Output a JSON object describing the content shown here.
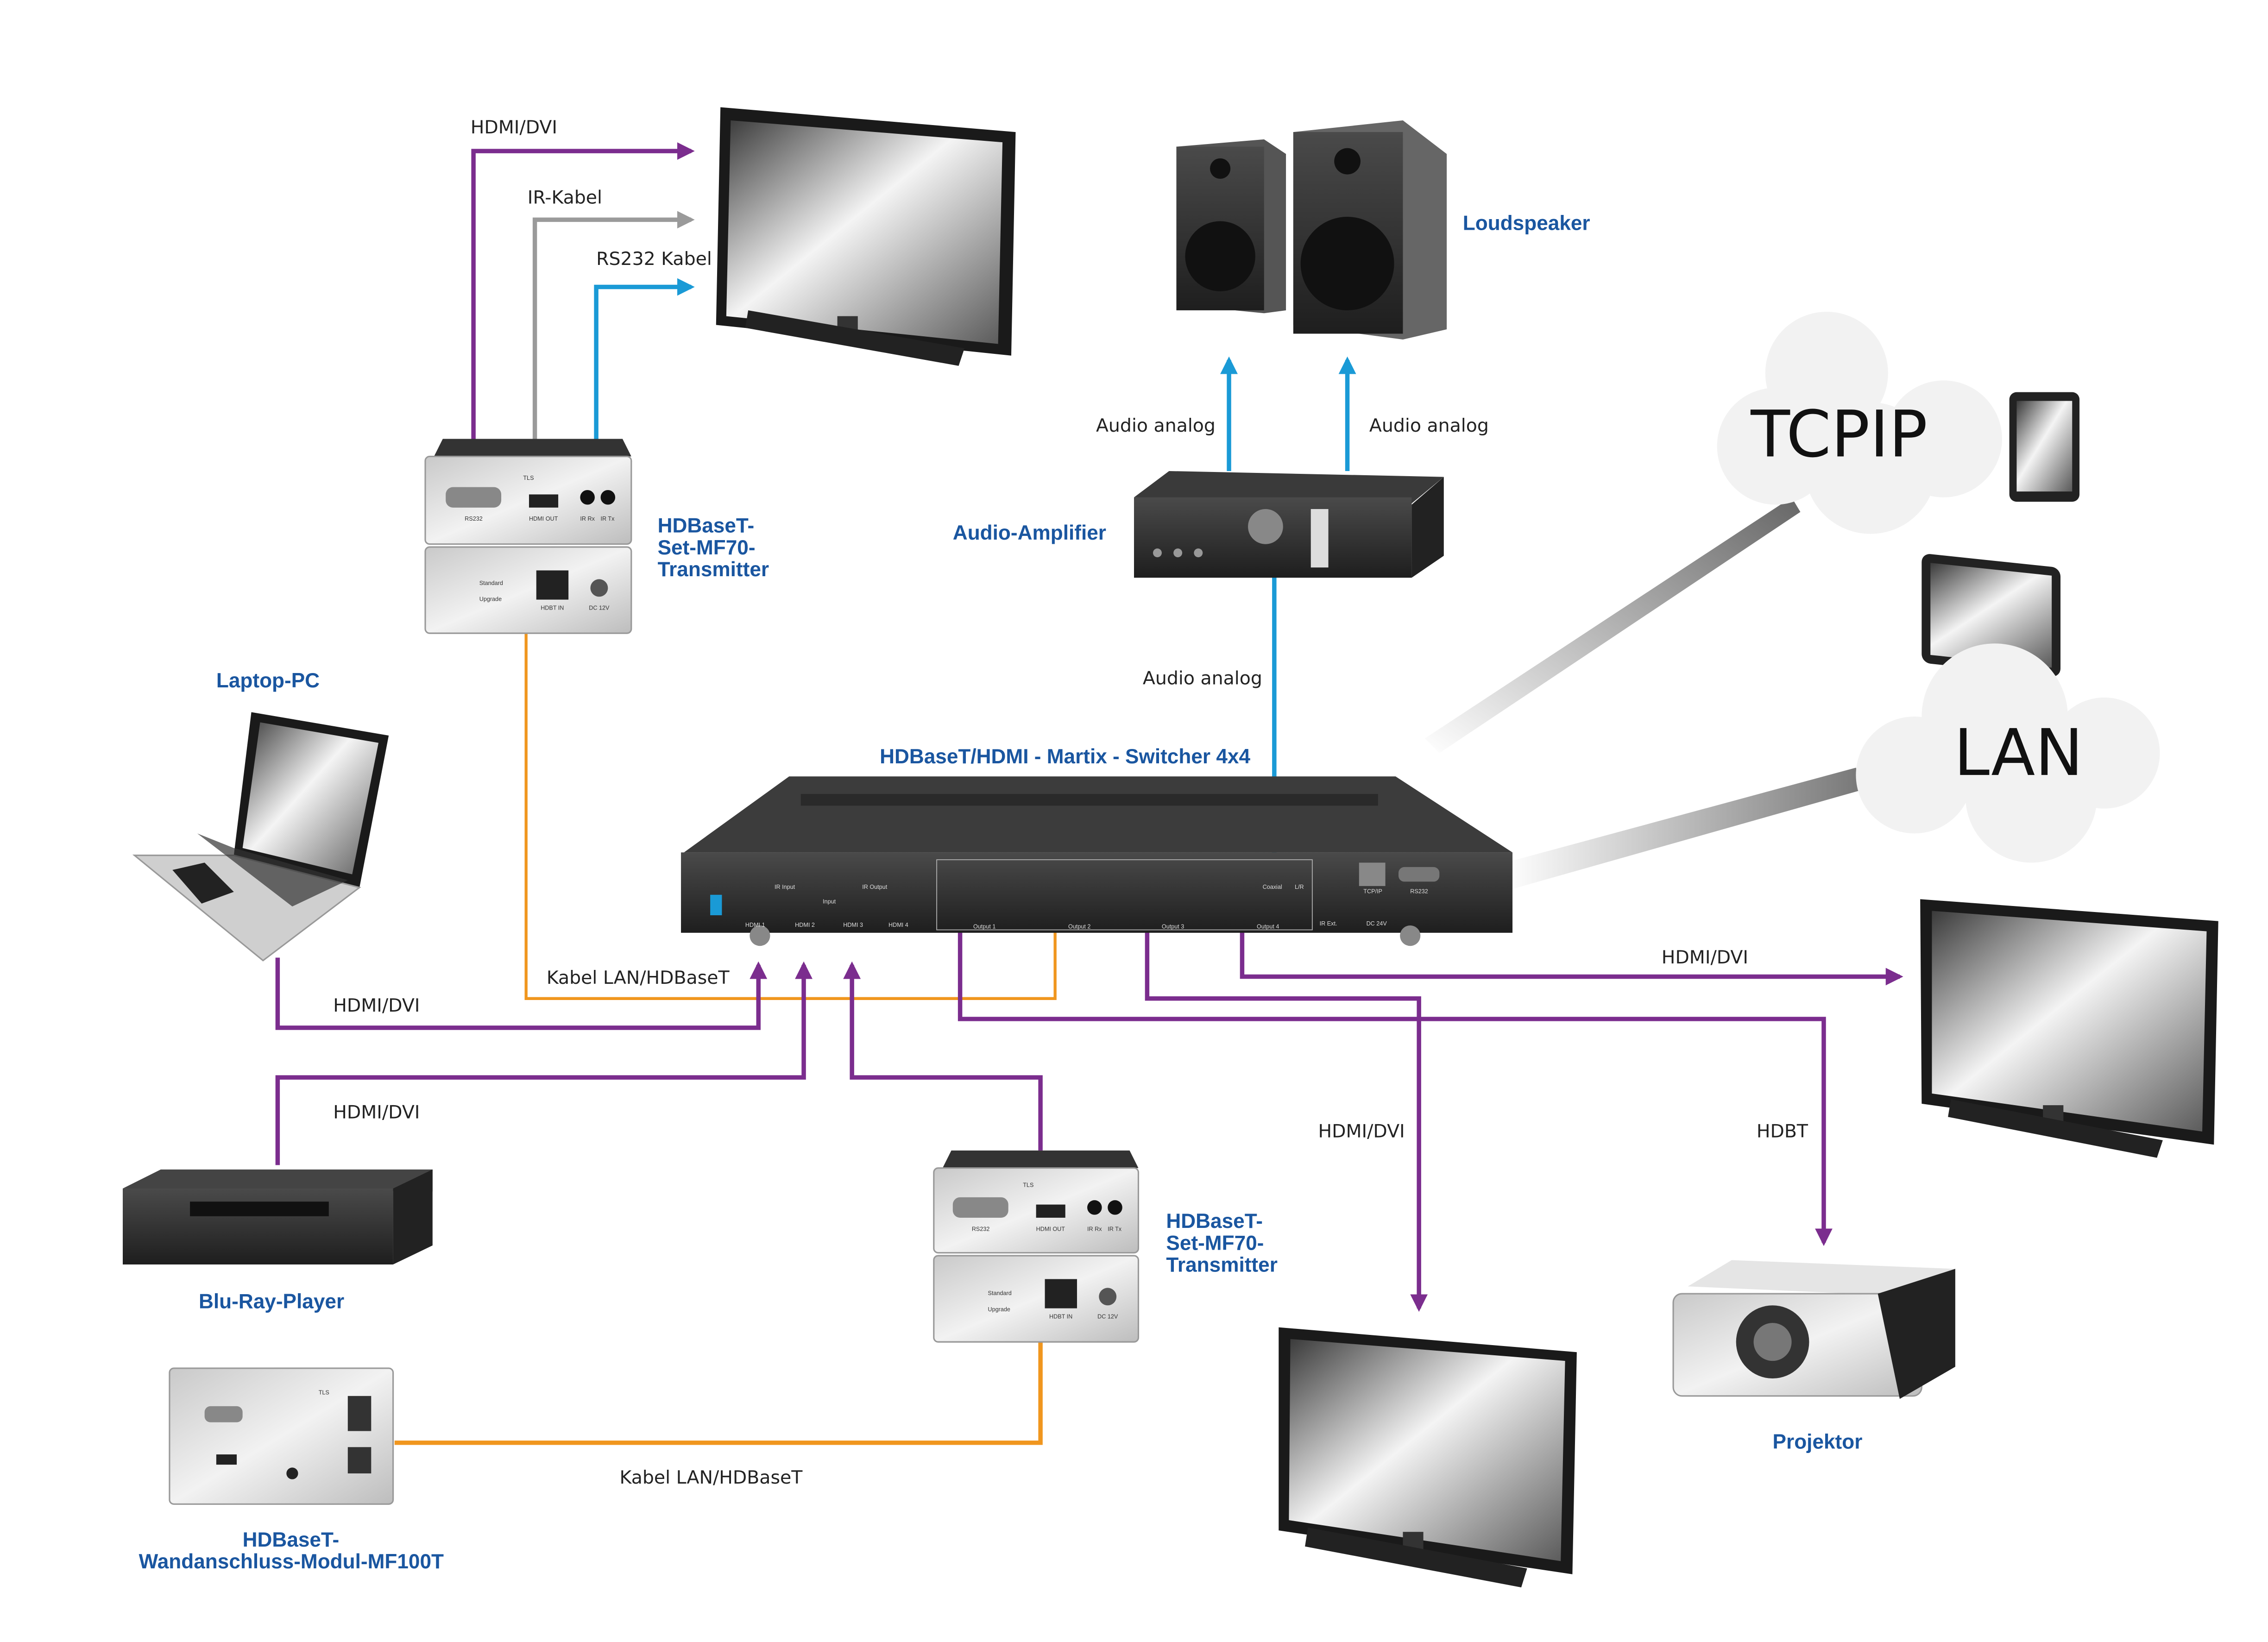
{
  "colors": {
    "hdmi": "#7b2d8e",
    "ir": "#9a9a9a",
    "rs232": "#1a9ad6",
    "audio": "#1a9ad6",
    "lan_hdbaset": "#f0961e",
    "device_label": "#1a56a0"
  },
  "cables": {
    "hdmi_dvi": "HDMI/DVI",
    "ir_kabel": "IR-Kabel",
    "rs232_kabel": "RS232 Kabel",
    "audio_analog": "Audio analog",
    "kabel_lan": "Kabel LAN/HDBaseT",
    "hdbt": "HDBT"
  },
  "devices": {
    "loudspeaker": "Loudspeaker",
    "amplifier": "Audio-Amplifier",
    "transmitter_1": [
      "HDBaseT-",
      "Set-MF70-",
      "Transmitter"
    ],
    "transmitter_2": [
      "HDBaseT-",
      "Set-MF70-",
      "Transmitter"
    ],
    "laptop": "Laptop-PC",
    "switcher": "HDBaseT/HDMI - Martix - Switcher 4x4",
    "bluray": "Blu-Ray-Player",
    "wall_module": [
      "HDBaseT-",
      "Wandanschluss-Modul-MF100T"
    ],
    "projector": "Projektor",
    "tcpip_cloud": "TCPIP",
    "lan_cloud": "LAN"
  },
  "panel_labels": {
    "rs232": "RS232",
    "hdmi_out": "HDMI OUT",
    "ir_rx": "IR Rx",
    "ir_tx": "IR Tx",
    "standard": "Standard",
    "upgrade": "Upgrade",
    "hdbt_in": "HDBT IN",
    "dc12": "DC 12V",
    "brand": "TLS",
    "ir_input": "IR Input",
    "ir_output": "IR Output",
    "input": "Input",
    "hdmi_inputs": [
      "HDMI 1",
      "HDMI 2",
      "HDMI 3",
      "HDMI 4"
    ],
    "outputs": [
      "Output 1",
      "Output 2",
      "Output 3",
      "Output 4"
    ],
    "coaxial": "Coaxial",
    "lr": "L/R",
    "tcpip": "TCP/IP",
    "dc24": "DC 24V",
    "ir_ext": "IR Ext."
  }
}
